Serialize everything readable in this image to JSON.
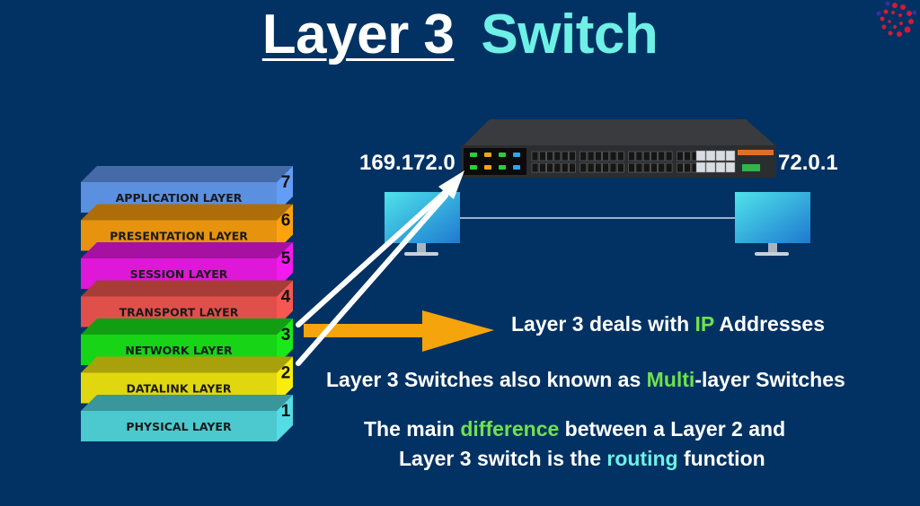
{
  "title": {
    "part1": "Layer 3",
    "part2": "Switch",
    "accent_color": "#6ef0e6"
  },
  "logo": {
    "icon": "spiral-dots-logo-icon"
  },
  "osi_layers": [
    {
      "number": "7",
      "label": "APPLICATION LAYER",
      "color": "#5b8fe0"
    },
    {
      "number": "6",
      "label": "PRESENTATION LAYER",
      "color": "#e7930d"
    },
    {
      "number": "5",
      "label": "SESSION LAYER",
      "color": "#de17d8"
    },
    {
      "number": "4",
      "label": "TRANSPORT LAYER",
      "color": "#e0504a"
    },
    {
      "number": "3",
      "label": "NETWORK LAYER",
      "color": "#17d417"
    },
    {
      "number": "2",
      "label": "DATALINK LAYER",
      "color": "#e1d70e"
    },
    {
      "number": "1",
      "label": "PHYSICAL LAYER",
      "color": "#4cc9cf"
    }
  ],
  "network": {
    "left_ip": "169.172.0",
    "right_ip": "72.0.1",
    "switch_icon": "layer3-switch-icon",
    "left_computer_icon": "monitor-icon",
    "right_computer_icon": "monitor-icon",
    "switch_leds": [
      "#27d13a",
      "#f3a516",
      "#27d13a",
      "#2aa7ef"
    ]
  },
  "statements": {
    "s1": {
      "pre": "Layer 3 deals with ",
      "highlight": "IP",
      "post": " Addresses"
    },
    "s2": {
      "pre": "Layer 3 Switches also known as ",
      "highlight": "Multi",
      "post": "-layer Switches"
    },
    "s3": {
      "line1_pre": "The main ",
      "line1_highlight": "difference",
      "line1_post": " between a Layer 2 and",
      "line2_pre": "Layer 3 switch is the ",
      "line2_highlight": "routing",
      "line2_post": " function"
    }
  },
  "colors": {
    "background": "#023263",
    "arrow_orange": "#f5a40c",
    "highlight_green": "#6ee24d",
    "highlight_cyan": "#6ef0e6"
  }
}
